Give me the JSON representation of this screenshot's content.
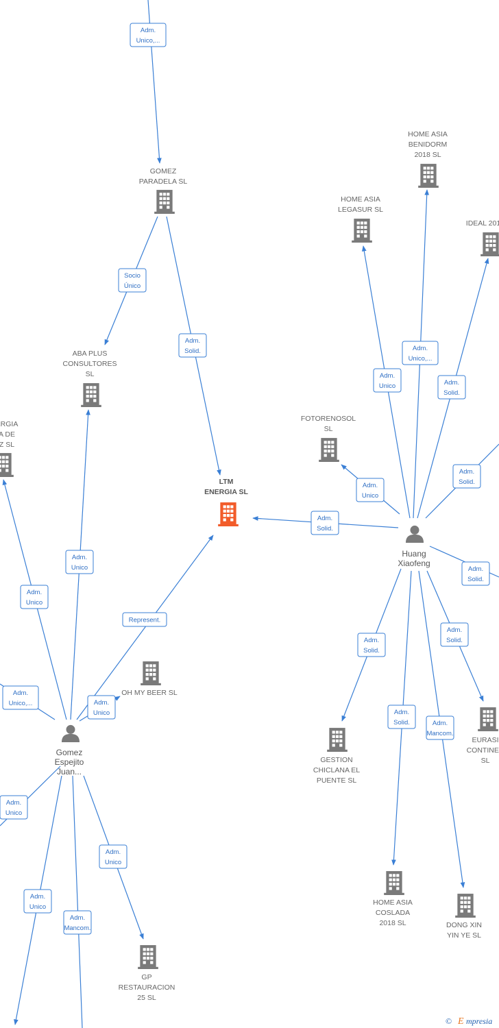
{
  "colors": {
    "edge": "#3a7fd5",
    "company": "#7a7a7a",
    "highlight": "#f25c2a",
    "person": "#7a7a7a"
  },
  "nodes": [
    {
      "id": "ltm",
      "type": "company",
      "highlight": true,
      "label": [
        "LTM",
        "ENERGIA  SL"
      ]
    },
    {
      "id": "gomez_paradela",
      "type": "company",
      "label": [
        "GOMEZ",
        "PARADELA  SL"
      ]
    },
    {
      "id": "aba_plus",
      "type": "company",
      "label": [
        "ABA PLUS",
        "CONSULTORES",
        "SL"
      ]
    },
    {
      "id": "energia_left",
      "type": "company",
      "label": [
        "ERGIA",
        "A DE",
        "Z  SL"
      ]
    },
    {
      "id": "oh_my_beer",
      "type": "company",
      "label": [
        "OH MY BEER  SL"
      ]
    },
    {
      "id": "gp_restauracion",
      "type": "company",
      "label": [
        "GP",
        "RESTAURACION",
        "25  SL"
      ]
    },
    {
      "id": "home_asia_benidorm",
      "type": "company",
      "label": [
        "HOME ASIA",
        "BENIDORM",
        "2018  SL"
      ]
    },
    {
      "id": "home_asia_legasur",
      "type": "company",
      "label": [
        "HOME ASIA",
        "LEGASUR  SL"
      ]
    },
    {
      "id": "ideal",
      "type": "company",
      "label": [
        "IDEAL 201"
      ]
    },
    {
      "id": "fotorenosol",
      "type": "company",
      "label": [
        "FOTORENOSOL",
        "SL"
      ]
    },
    {
      "id": "gestion_chiclana",
      "type": "company",
      "label": [
        "GESTION",
        "CHICLANA EL",
        "PUENTE  SL"
      ]
    },
    {
      "id": "home_asia_coslada",
      "type": "company",
      "label": [
        "HOME ASIA",
        "COSLADA",
        "2018  SL"
      ]
    },
    {
      "id": "dong_xin",
      "type": "company",
      "label": [
        "DONG XIN",
        "YIN YE SL"
      ]
    },
    {
      "id": "eurasi",
      "type": "company",
      "label": [
        "EURASI",
        "CONTINEN",
        "SL"
      ]
    },
    {
      "id": "gomez_espejito",
      "type": "person",
      "label": [
        "Gomez",
        "Espejito",
        "Juan..."
      ]
    },
    {
      "id": "huang",
      "type": "person",
      "label": [
        "Huang",
        "Xiaofeng"
      ]
    }
  ],
  "edges": [
    {
      "id": "e1",
      "label": [
        "Adm.",
        "Unico,..."
      ]
    },
    {
      "id": "e2",
      "label": [
        "Socio",
        "Único"
      ]
    },
    {
      "id": "e3",
      "label": [
        "Adm.",
        "Solid."
      ]
    },
    {
      "id": "e4",
      "label": [
        "Adm.",
        "Unico"
      ]
    },
    {
      "id": "e5",
      "label": [
        "Adm.",
        "Unico"
      ]
    },
    {
      "id": "e6",
      "label": [
        "Represent."
      ]
    },
    {
      "id": "e7",
      "label": [
        "Adm.",
        "Unico"
      ]
    },
    {
      "id": "e8",
      "label": [
        "Adm.",
        "Unico,..."
      ]
    },
    {
      "id": "e9",
      "label": [
        "Adm.",
        "Unico"
      ]
    },
    {
      "id": "e10",
      "label": [
        "Adm.",
        "Unico"
      ]
    },
    {
      "id": "e11",
      "label": [
        "Adm.",
        "Mancom."
      ]
    },
    {
      "id": "e12",
      "label": [
        "Adm.",
        "Unico"
      ]
    },
    {
      "id": "e13",
      "label": [
        "Adm.",
        "Solid."
      ]
    },
    {
      "id": "e14",
      "label": [
        "Adm.",
        "Unico"
      ]
    },
    {
      "id": "e15",
      "label": [
        "Adm.",
        "Unico,..."
      ]
    },
    {
      "id": "e16",
      "label": [
        "Adm.",
        "Solid."
      ]
    },
    {
      "id": "e17",
      "label": [
        "Adm.",
        "Solid."
      ]
    },
    {
      "id": "e18",
      "label": [
        "Adm.",
        "Unico"
      ]
    },
    {
      "id": "e19",
      "label": [
        "Adm.",
        "Solid."
      ]
    },
    {
      "id": "e20",
      "label": [
        "Adm.",
        "Solid."
      ]
    },
    {
      "id": "e21",
      "label": [
        "Adm.",
        "Solid."
      ]
    },
    {
      "id": "e22",
      "label": [
        "Adm.",
        "Mancom."
      ]
    },
    {
      "id": "e23",
      "label": [
        "Adm.",
        "Solid."
      ]
    }
  ],
  "watermark": {
    "copyright": "©",
    "brand": "mpresia",
    "brand_initial": "E"
  }
}
